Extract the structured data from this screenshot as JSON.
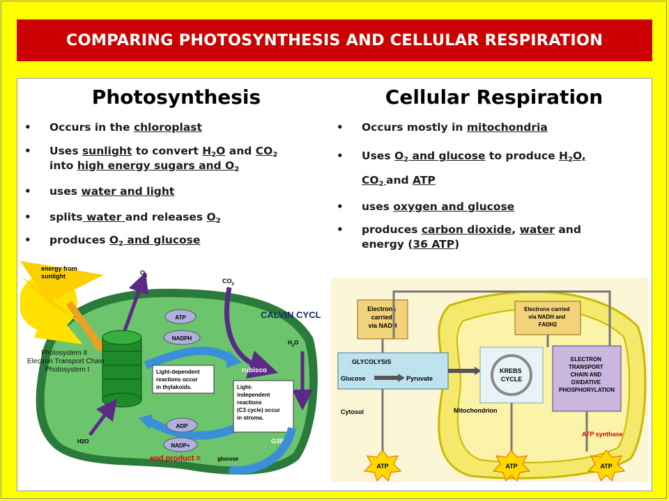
{
  "title": "COMPARING PHOTOSYNTHESIS AND CELLULAR RESPIRATION",
  "photosynthesis": {
    "heading": "Photosynthesis",
    "b1_pre": "Occurs in the ",
    "b1_u": "chloroplast",
    "b2_pre": "Uses ",
    "b2_u1": "sunlight",
    "b2_mid": " to convert ",
    "b2_h": "H",
    "b2_sub2": "2",
    "b2_o": "O",
    "b2_and": " and ",
    "b2_co": "CO",
    "b2_sub2b": "2",
    "b2_into": "into ",
    "b2_u2": "high energy sugars and O",
    "b2_sub2c": "2",
    "b3_pre": "uses ",
    "b3_u": "water and light",
    "b4_pre": "splits",
    "b4_u1": " water ",
    "b4_mid": "and releases ",
    "b4_u2": "O",
    "b4_sub": "2",
    "b5_pre": "produces ",
    "b5_u1": "O",
    "b5_sub": "2",
    "b5_u2": " and glucose"
  },
  "respiration": {
    "heading": "Cellular Respiration",
    "b1_pre": "Occurs mostly in ",
    "b1_u": "mitochondria",
    "b2_pre": "Uses ",
    "b2_u1": "O",
    "b2_sub1": "2",
    "b2_u1b": " and glucose",
    "b2_mid": " to produce ",
    "b2_u2": "H",
    "b2_sub2": "2",
    "b2_u2b": "O,",
    "b2_u3": "CO",
    "b2_sub3": "2 ",
    "b2_and": "and ",
    "b2_u4": "ATP",
    "b3_pre": "uses ",
    "b3_u": "oxygen and glucose",
    "b4_pre": "produces ",
    "b4_u1": "carbon dioxide",
    "b4_c": ", ",
    "b4_u2": "water",
    "b4_and": " and",
    "b4_line2": "energy (",
    "b4_u3": "36 ATP",
    "b4_close": ")"
  },
  "chloroplast_diagram": {
    "energy_from_sunlight": [
      "energy from",
      "sunlight"
    ],
    "o2": "O",
    "o2_sub": "2",
    "co2": "CO",
    "co2_sub": "2",
    "atp": "ATP",
    "nadph": "NADPH",
    "calvin_cycle": "CALVIN CYCLE",
    "h2o": "H",
    "h2o_sub": "2",
    "h2o_o": "O",
    "photosystems": [
      "Photosystem II",
      "Electron Transport Chain",
      "Photosystem I"
    ],
    "light_dependent": [
      "Light-dependent",
      "reactions occur",
      "in thylakoids."
    ],
    "rubisco": "rubisco",
    "light_independent": [
      "Light-",
      "independent",
      "reactions",
      "(C3 cycle) occur",
      "in stroma."
    ],
    "adp": "ADP",
    "nadp": "NADP+",
    "g3p": "G3P",
    "h2o_bottom": "H2O",
    "end_product": "end product =",
    "glucose": "glucose"
  },
  "mito_diagram": {
    "electrons_nadh": [
      "Electrons",
      "carried",
      "via NADH"
    ],
    "electrons_nadh_fadh": [
      "Electrons carried",
      "via NADH and",
      "FADH2"
    ],
    "glycolysis": "GLYCOLYSIS",
    "glucose": "Glucose",
    "pyruvate": "Pyruvate",
    "krebs": [
      "KREBS",
      "CYCLE"
    ],
    "etc": [
      "ELECTRON",
      "TRANSPORT",
      "CHAIN AND",
      "OXIDATIVE",
      "PHOSPHORYLATION"
    ],
    "cytosol": "Cytosol",
    "mitochondrion": "Mitochondrion",
    "atp_synthase": "ATP  synthase",
    "atp": "ATP"
  },
  "colors": {
    "background": "#ffff00",
    "banner": "#cc0000",
    "chloroplast_green": "#4fae4f",
    "mito_yellow": "#f4e96a"
  }
}
